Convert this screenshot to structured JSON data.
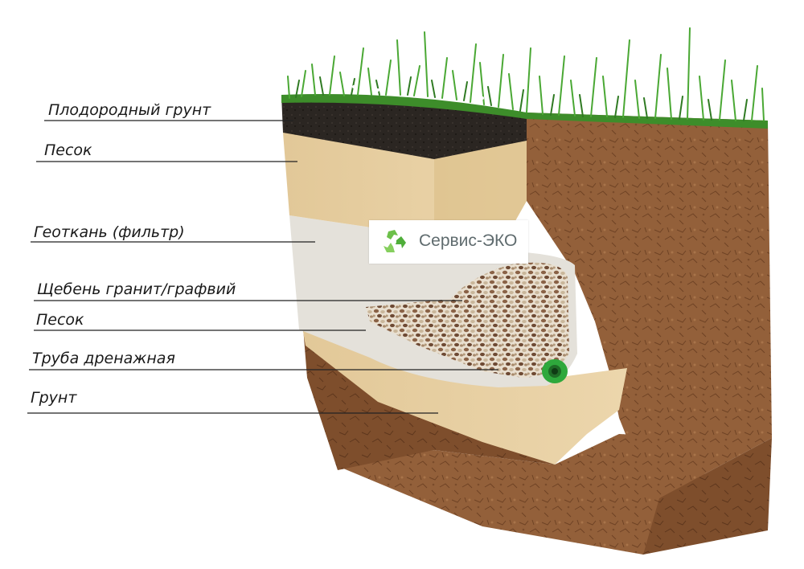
{
  "labels": {
    "topsoil": "Плодородный грунт",
    "sand_top": "Песок",
    "geotextile": "Геоткань (фильтр)",
    "gravel": "Щебень гранит/графвий",
    "sand_bottom": "Песок",
    "drain_pipe": "Труба дренажная",
    "ground": "Грунт"
  },
  "logo": {
    "text": "Сервис-ЭКО",
    "icon": "recycle-icon"
  },
  "colors": {
    "grass": "#3f9a2c",
    "topsoil": "#2a2420",
    "sand": "#e6cf9f",
    "geotextile": "#e4e1da",
    "soil": "#8e5a33",
    "pipe": "#2ea83c",
    "logo_green": "#6cc04a"
  }
}
